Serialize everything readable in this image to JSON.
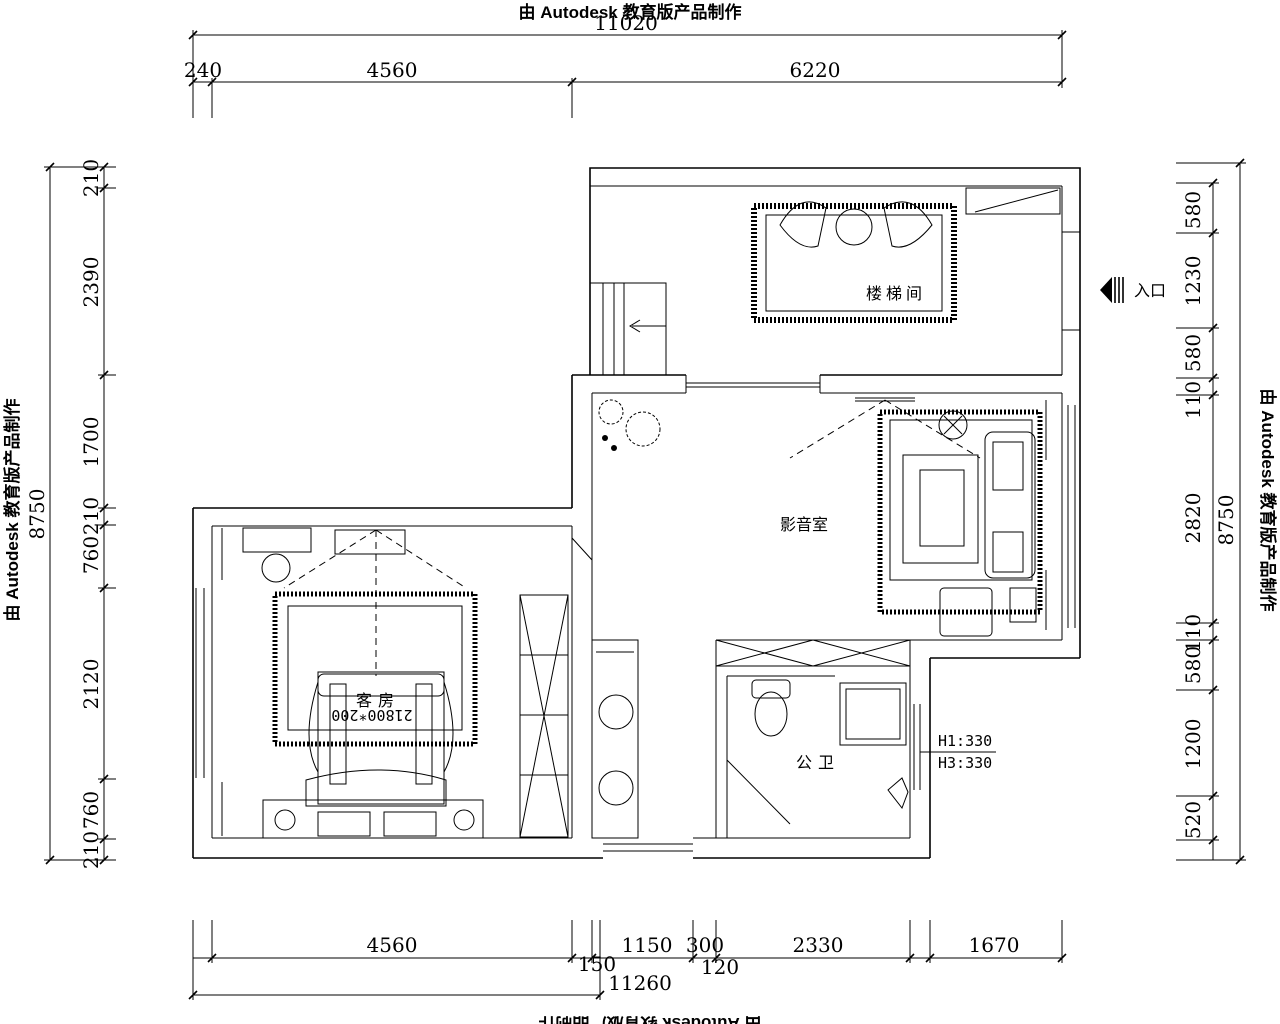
{
  "watermark": {
    "top": "由 Autodesk 教育版产品制作",
    "bottom": "由 Autodesk 教育版产品制作",
    "left": "由 Autodesk 教育版产品制作",
    "right": "由 Autodesk 教育版产品制作"
  },
  "dimensions": {
    "top_total": "11020",
    "top_segments": [
      "240",
      "4560",
      "6220"
    ],
    "bottom_segments": [
      "4560",
      "1150",
      "300",
      "2330",
      "1670"
    ],
    "bottom_small": [
      "150",
      "120"
    ],
    "bottom_total": "11260",
    "left_segments": [
      "210",
      "2390",
      "1700",
      "210",
      "760",
      "2120",
      "760",
      "210"
    ],
    "left_total": "8750",
    "right_segments": [
      "580",
      "1230",
      "580",
      "110",
      "2820",
      "110",
      "580",
      "1200",
      "520"
    ],
    "right_total": "8750"
  },
  "rooms": {
    "stair_room": "楼梯间",
    "media_room": "影音室",
    "guest_room": "客房",
    "bathroom": "公卫"
  },
  "labels": {
    "entrance": "入口",
    "bed_size": "21800*200",
    "h1": "H1:330",
    "h3": "H3:330"
  },
  "icons": [
    "entrance-arrow-icon",
    "plant-icon",
    "toilet-icon",
    "sink-icon",
    "bed-icon",
    "sofa-icon",
    "tv-icon"
  ]
}
